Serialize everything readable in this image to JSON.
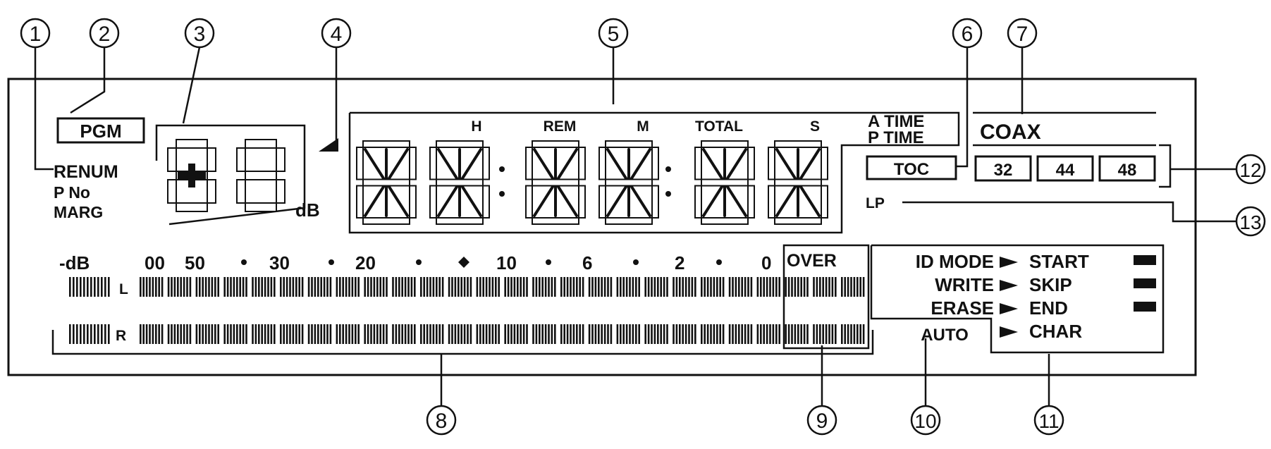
{
  "callouts": [
    "1",
    "2",
    "3",
    "4",
    "5",
    "6",
    "7",
    "8",
    "9",
    "10",
    "11",
    "12",
    "13"
  ],
  "labels": {
    "pgm": "PGM",
    "renum": "RENUM",
    "p_no": "P No",
    "marg": "MARG",
    "db_unit": "dB",
    "h": "H",
    "rem": "REM",
    "m": "M",
    "total": "TOTAL",
    "s": "S",
    "a_time": "A TIME",
    "p_time": "P TIME",
    "coax": "COAX",
    "toc": "TOC",
    "lp": "LP",
    "over": "OVER",
    "auto": "AUTO",
    "channel_l": "L",
    "channel_r": "R"
  },
  "sample_rates": [
    "32",
    "44",
    "48"
  ],
  "id_mode": {
    "left": [
      "ID MODE",
      "WRITE",
      "ERASE"
    ],
    "right": [
      "START",
      "SKIP",
      "END",
      "CHAR"
    ]
  },
  "meter_scale": [
    "-dB",
    "00",
    "50",
    "30",
    "20",
    "10",
    "6",
    "2",
    "0"
  ],
  "colors": {
    "ink": "#111111",
    "paper": "#ffffff"
  }
}
